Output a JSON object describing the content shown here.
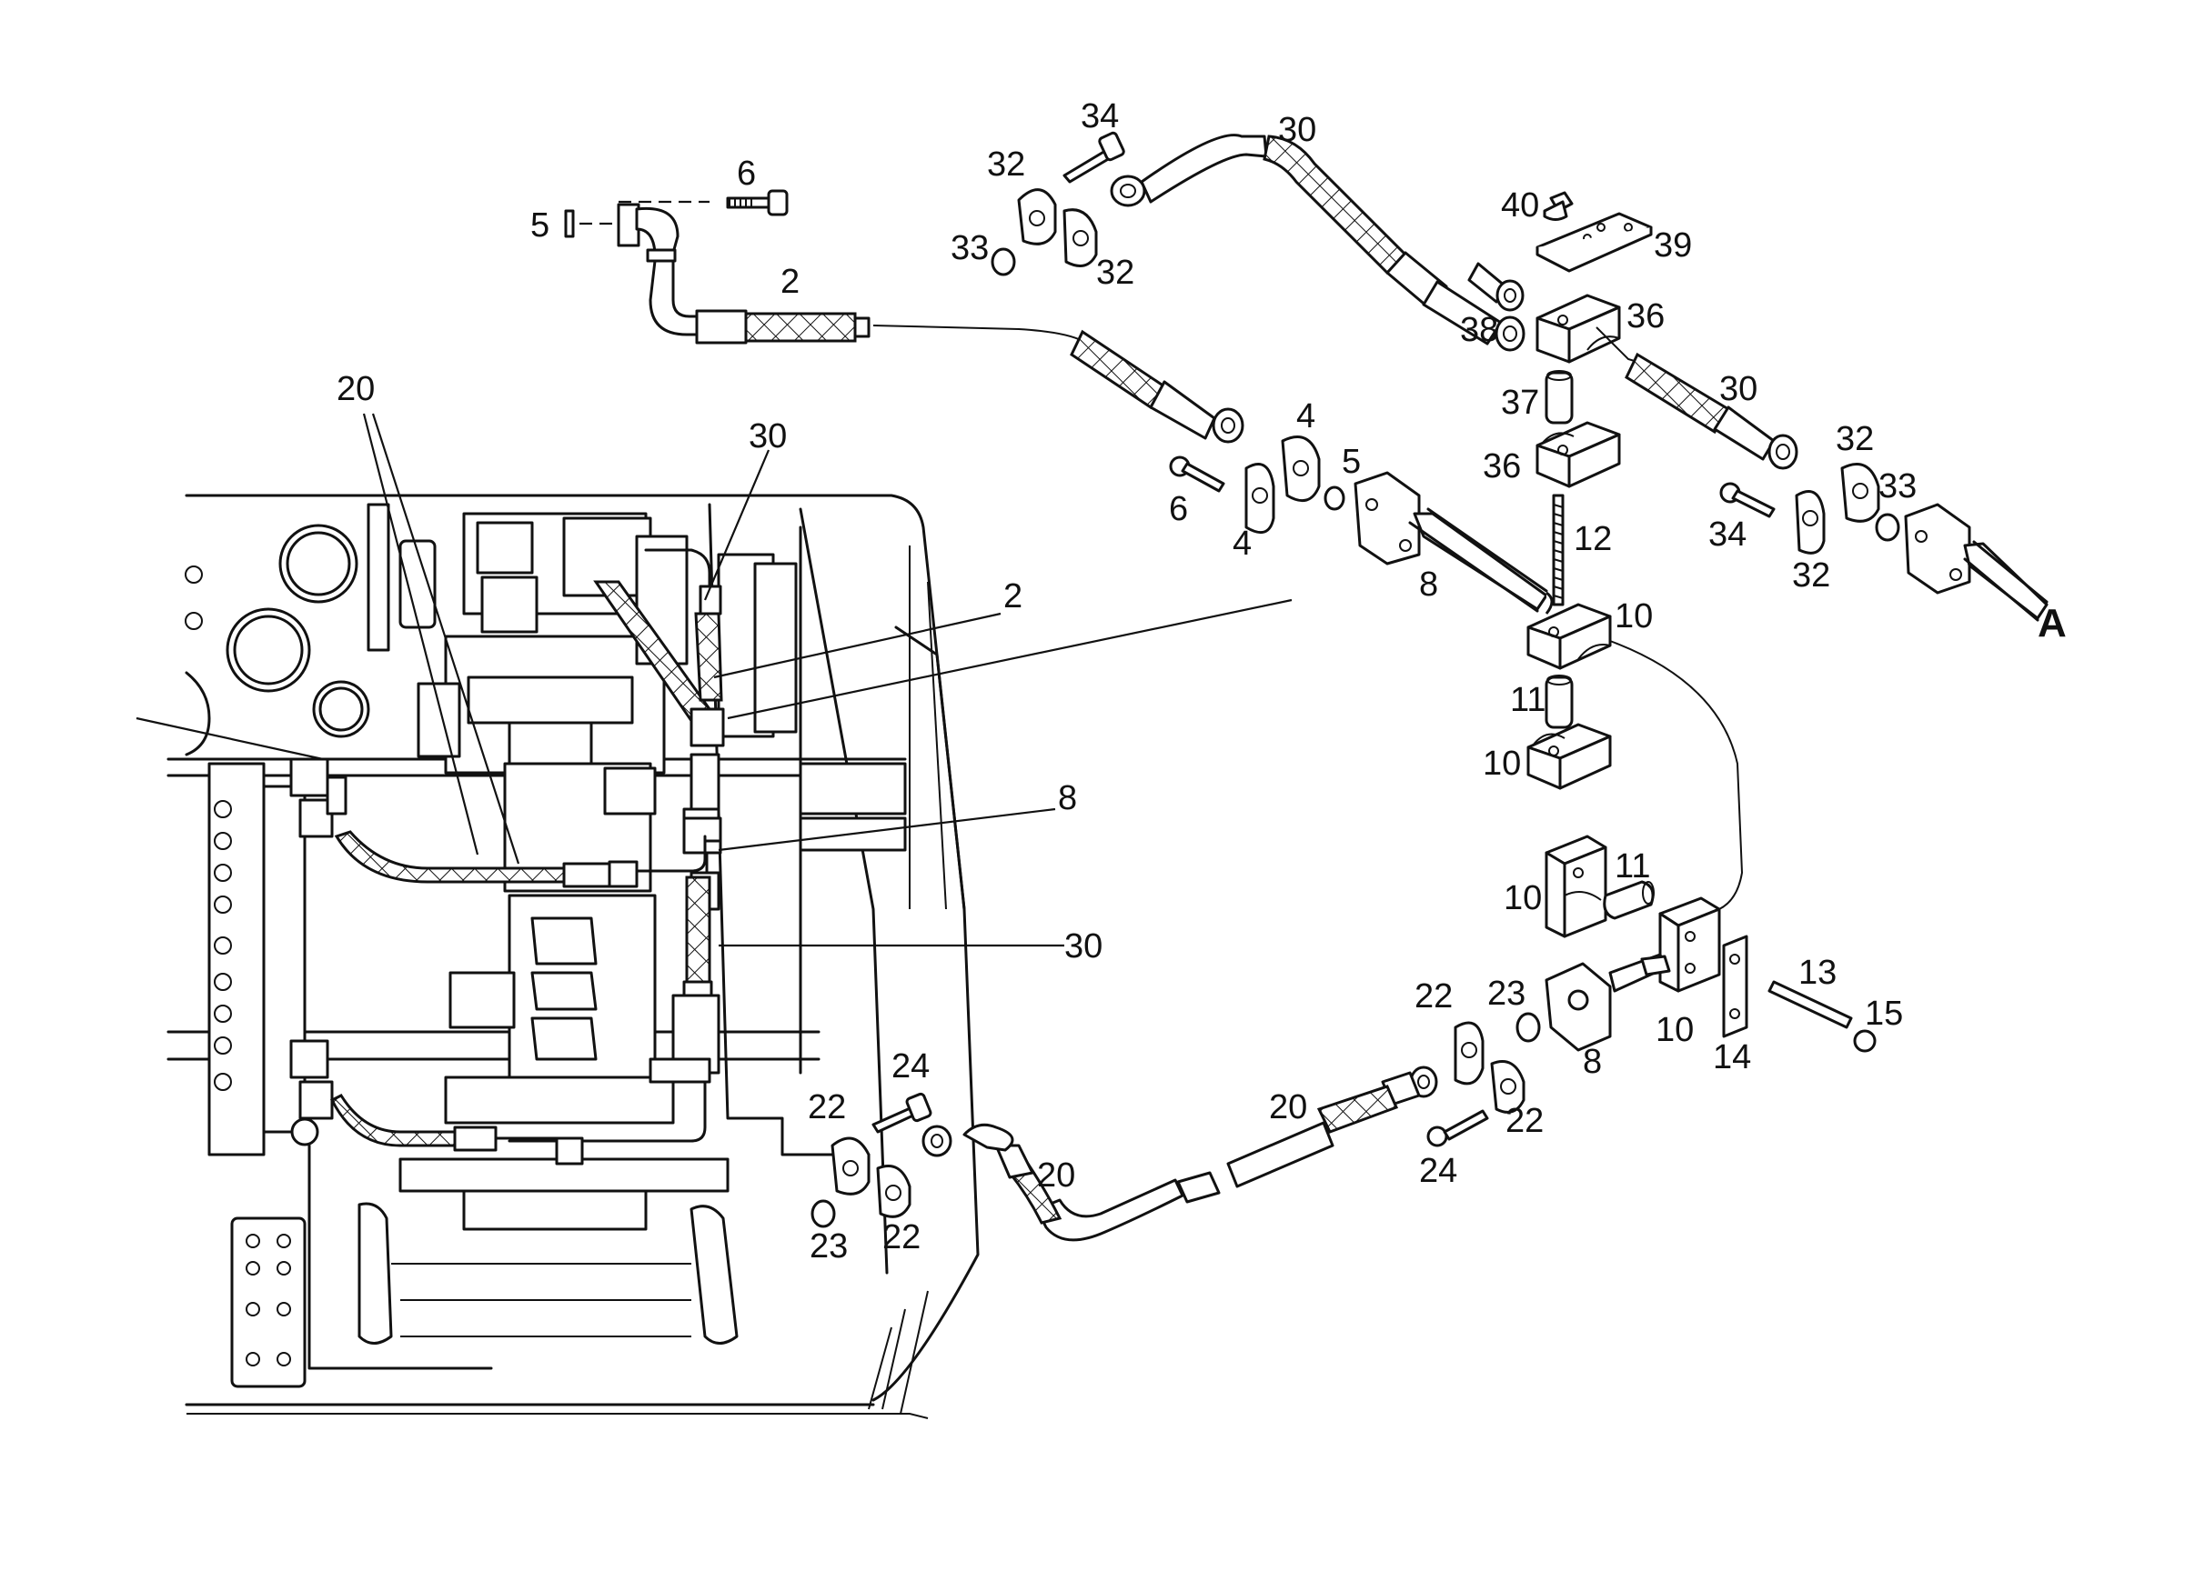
{
  "labels": {
    "p2": "2",
    "p4": "4",
    "p5": "5",
    "p6": "6",
    "p8": "8",
    "p10": "10",
    "p11": "11",
    "p12": "12",
    "p13": "13",
    "p14": "14",
    "p15": "15",
    "p20": "20",
    "p22": "22",
    "p23": "23",
    "p24": "24",
    "p30": "30",
    "p32": "32",
    "p33": "33",
    "p34": "34",
    "p36": "36",
    "p37": "37",
    "p38": "38",
    "p39": "39",
    "p40": "40",
    "A": "A"
  }
}
